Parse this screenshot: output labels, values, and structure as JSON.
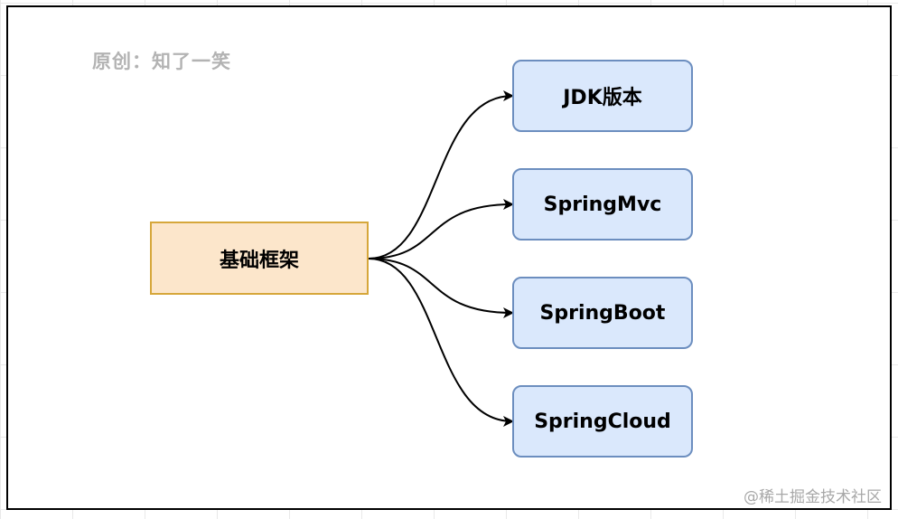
{
  "watermark": "原创：知了一笑",
  "root": {
    "label": "基础框架"
  },
  "children": [
    {
      "label": "JDK版本"
    },
    {
      "label": "SpringMvc"
    },
    {
      "label": "SpringBoot"
    },
    {
      "label": "SpringCloud"
    }
  ],
  "footer_credit": "@稀土掘金技术社区",
  "colors": {
    "root_fill": "#fce6cb",
    "root_stroke": "#d6a73b",
    "leaf_fill": "#dae8fc",
    "leaf_stroke": "#6c8ebf",
    "edge": "#000000"
  }
}
